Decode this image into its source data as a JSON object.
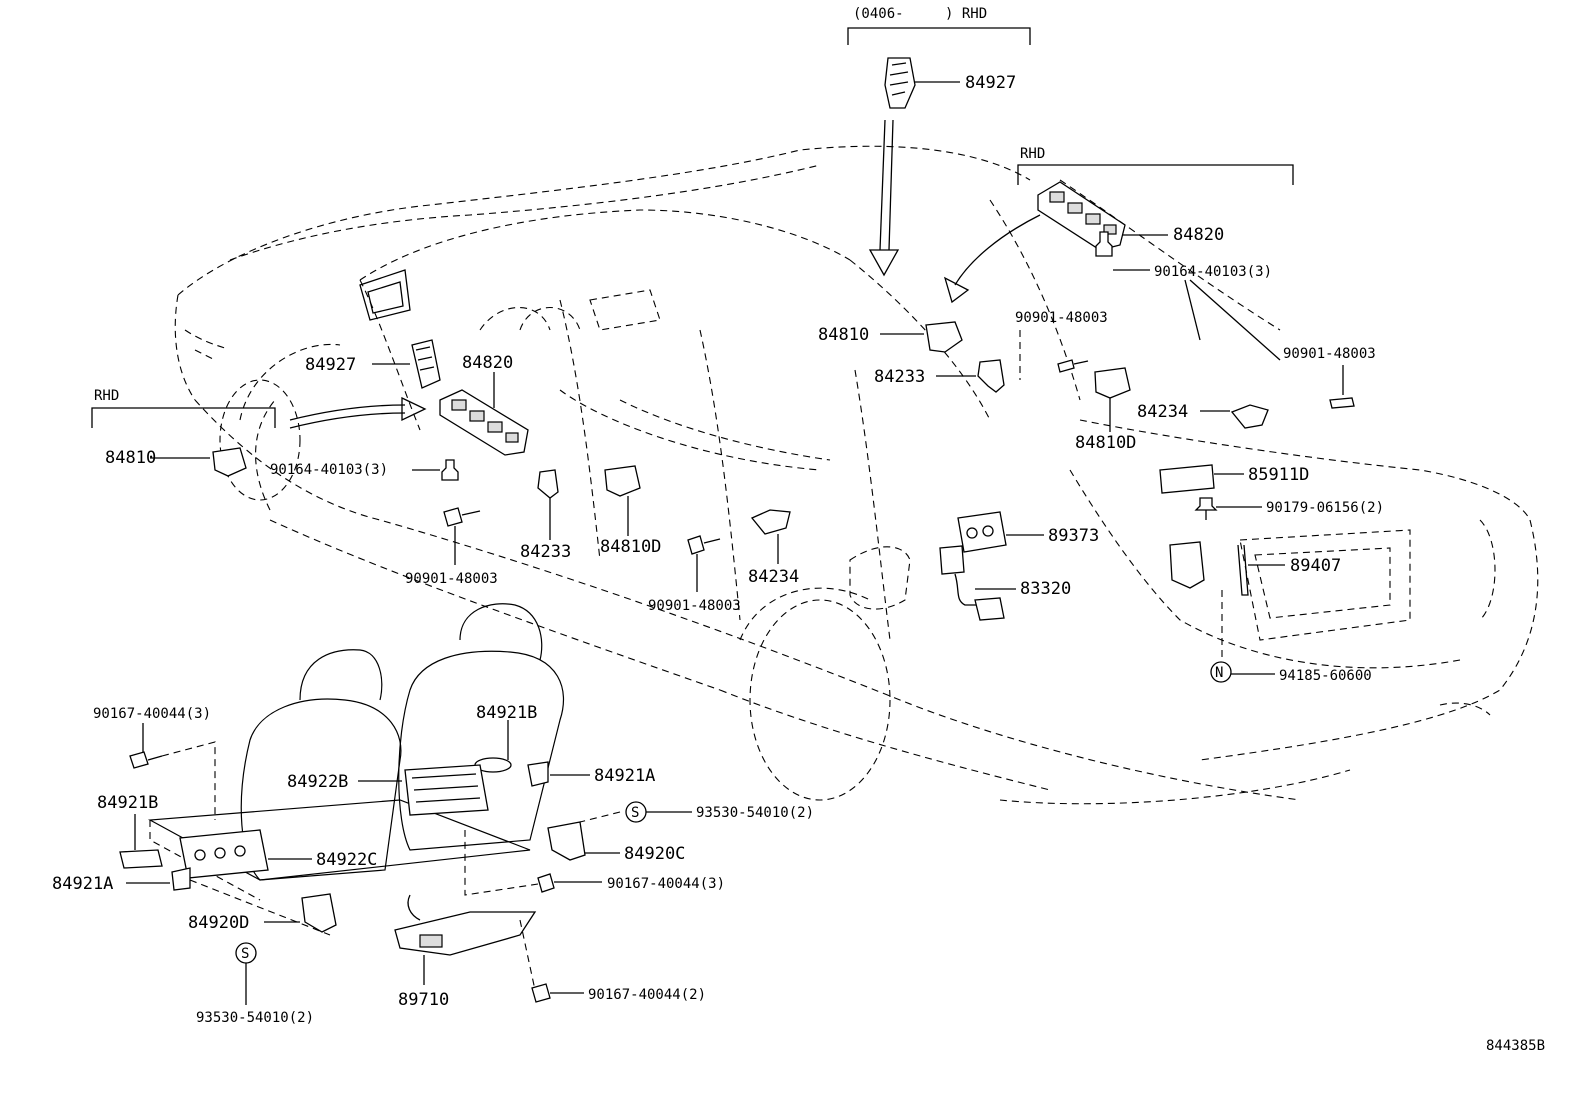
{
  "headers": {
    "top_date": "(0406-",
    "top_rhd": ") RHD",
    "rhd_right": "RHD",
    "rhd_left": "RHD"
  },
  "parts": {
    "p84927_top": "84927",
    "p84820_right": "84820",
    "p90164_right": "90164-40103(3)",
    "p90901_a": "90901-48003",
    "p90901_b": "90901-48003",
    "p84810_mid": "84810",
    "p84233_mid": "84233",
    "p84234_right": "84234",
    "p84810D_right": "84810D",
    "p85911D": "85911D",
    "p90179": "90179-06156(2)",
    "p89407": "89407",
    "p89373": "89373",
    "p83320": "83320",
    "p94185": "94185-60600",
    "p84927_left": "84927",
    "p84820_left": "84820",
    "p84810_left": "84810",
    "p90164_left": "90164-40103(3)",
    "p84233_left": "84233",
    "p84810D_left": "84810D",
    "p84234_left": "84234",
    "p90901_c": "90901-48003",
    "p90901_d": "90901-48003",
    "p90167_top": "90167-40044(3)",
    "p84921B_r": "84921B",
    "p84922B": "84922B",
    "p84921A_r": "84921A",
    "p84921B_l": "84921B",
    "p93530_r": "93530-54010(2)",
    "p84922C": "84922C",
    "p84920C": "84920C",
    "p84921A_l": "84921A",
    "p90167_mid": "90167-40044(3)",
    "p84920D": "84920D",
    "p89710": "89710",
    "p90167_bot": "90167-40044(2)",
    "p93530_l": "93530-54010(2)",
    "callout_s1": "S",
    "callout_s2": "S",
    "callout_n": "N"
  },
  "figure_id": "844385B"
}
